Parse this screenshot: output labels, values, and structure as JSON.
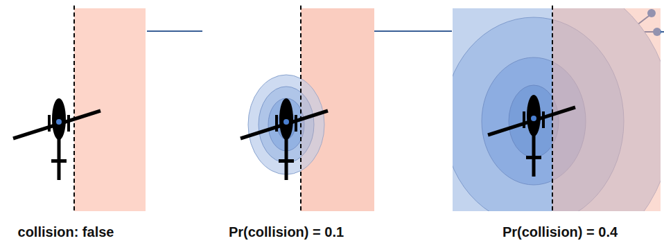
{
  "diagram": {
    "labels": [
      "collision: false",
      "Pr(collision) = 0.1",
      "Pr(collision) = 0.4"
    ]
  }
}
